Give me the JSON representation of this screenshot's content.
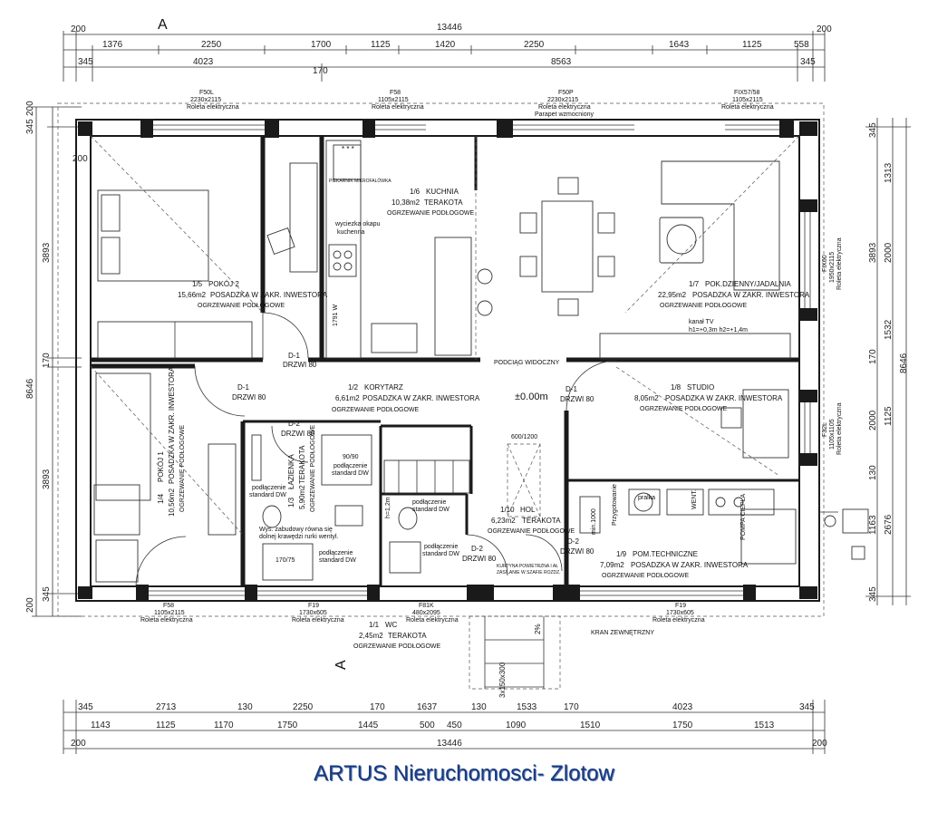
{
  "dims_top": {
    "overall": "13446",
    "left_edge": "200",
    "right_edge": "200",
    "row1": [
      "1376",
      "2250",
      "1700",
      "1125",
      "1420",
      "2250",
      "1643",
      "1125",
      "558"
    ],
    "row2": [
      "345",
      "4023",
      "8563",
      "345"
    ],
    "row3_mid": "170"
  },
  "dims_bottom": {
    "row1": [
      "345",
      "2713",
      "130",
      "2250",
      "170",
      "1637",
      "130",
      "1533",
      "170",
      "4023",
      "345"
    ],
    "row2": [
      "1143",
      "1125",
      "1170",
      "1750",
      "1445",
      "500",
      "450",
      "1090",
      "1510",
      "1750",
      "1513"
    ],
    "overall": "13446",
    "left_edge": "200",
    "right_edge": "200"
  },
  "dims_left": [
    "200",
    "345",
    "200",
    "3893",
    "170",
    "8646",
    "3893",
    "345",
    "200"
  ],
  "dims_right": [
    "345",
    "1313",
    "3893",
    "2000",
    "1532",
    "170",
    "8646",
    "1125",
    "2000",
    "130",
    "2676",
    "1163",
    "345"
  ],
  "section_marks": [
    "A",
    "A"
  ],
  "windows": [
    {
      "code": "F50L",
      "size": "2230x2115",
      "note": "Roleta elektryczna"
    },
    {
      "code": "F58",
      "size": "1105x2115",
      "note": "Roleta elektryczna"
    },
    {
      "code": "F50P",
      "size": "2230x2115",
      "note": "Roleta elektryczna",
      "note2": "Parapet wzmocniony"
    },
    {
      "code": "FIX57/58",
      "size": "1105x2115",
      "note": "Roleta elektryczna"
    },
    {
      "code": "F58",
      "size": "1105x2115",
      "note": "Roleta elektryczna"
    },
    {
      "code": "F19",
      "size": "1730x605",
      "note": "Roleta elektryczna"
    },
    {
      "code": "F81K",
      "size": "480x2095",
      "note": "Roleta elektryczna"
    },
    {
      "code": "F19",
      "size": "1730x605",
      "note": "Roleta elektryczna"
    },
    {
      "code": "FIX60",
      "size": "1950x2115",
      "note": "Roleta elektryczna"
    },
    {
      "code": "F32L",
      "size": "1105x1105",
      "note": "Roleta elektryczna"
    }
  ],
  "rooms": [
    {
      "id": "1/5",
      "name": "POKÓJ 2",
      "area": "15,66m2",
      "floor": "POSADZKA W ZAKR. INWESTORA",
      "heat": "OGRZEWANIE PODŁOGOWE"
    },
    {
      "id": "1/6",
      "name": "KUCHNIA",
      "area": "10,38m2",
      "floor": "TERAKOTA",
      "heat": "OGRZEWANIE PODŁOGOWE"
    },
    {
      "id": "1/7",
      "name": "POK.DZIENNY/JADALNIA",
      "area": "22,95m2",
      "floor": "POSADZKA W ZAKR. INWESTORA",
      "heat": "OGRZEWANIE PODŁOGOWE"
    },
    {
      "id": "1/2",
      "name": "KORYTARZ",
      "area": "6,61m2",
      "floor": "POSADZKA W ZAKR. INWESTORA",
      "heat": "OGRZEWANIE PODŁOGOWE"
    },
    {
      "id": "1/8",
      "name": "STUDIO",
      "area": "8,05m2",
      "floor": "POSADZKA W ZAKR. INWESTORA",
      "heat": "OGRZEWANIE PODŁOGOWE"
    },
    {
      "id": "1/4",
      "name": "POKÓJ 1",
      "area": "10,56m2",
      "floor": "POSADZKA W ZAKR. INWESTORA",
      "heat": "OGRZEWANIE PODŁOGOWE"
    },
    {
      "id": "1/3",
      "name": "ŁAZIENKA",
      "area": "5,90m2",
      "floor": "TERAKOTA",
      "heat": "OGRZEWANIE PODŁOGOWE"
    },
    {
      "id": "1/10",
      "name": "HOL",
      "area": "6,23m2",
      "floor": "TERAKOTA",
      "heat": "OGRZEWANIE PODŁOGOWE"
    },
    {
      "id": "1/9",
      "name": "POM.TECHNICZNE",
      "area": "7,09m2",
      "floor": "POSADZKA W ZAKR. INWESTORA",
      "heat": "OGRZEWANIE PODŁOGOWE"
    },
    {
      "id": "1/1",
      "name": "WC",
      "area": "2,45m2",
      "floor": "TERAKOTA",
      "heat": "OGRZEWANIE PODŁOGOWE"
    }
  ],
  "doors": {
    "d1a": "D-1",
    "d1a_w": "DRZWI 80",
    "d1b": "D-1",
    "d1b_w": "DRZWI 80",
    "d1c": "D-1",
    "d1c_w": "DRZWI 80",
    "d2a": "D-2",
    "d2a_w": "DRZWI 80",
    "d2b": "D-2",
    "d2b_w": "DRZWI 80",
    "d2c": "D-2",
    "d2c_w": "DRZWI 80"
  },
  "notes": {
    "level": "±0.00m",
    "okap": "wyciezka okapu",
    "okap2": "kuchenna",
    "podciag": "PODCIĄG WIDOCZNY",
    "kanal": "kanał TV",
    "kanal_h": "h1=+0,3m h2=+1,4m",
    "kuchenka": "PIEKARNIK MIKROFALÓWKA",
    "hole": "600/1200",
    "wall_w": "1791 W",
    "stairs": "3x150x300",
    "slope": "2%",
    "kran": "KRAN ZEWNĘTRZNY",
    "shower": "90/90",
    "bath": "170/75",
    "podl1": "podłączenie",
    "podl2": "standard DW",
    "height_note": "h=1,2m",
    "min": "min.1000",
    "przygot": "Przygotowanie",
    "pralka": "pralka",
    "pompa": "POMPA CIEPŁA",
    "went": "WENT.",
    "wys_note": "Wys. zabudowy równa się",
    "wys_note2": "dolnej krawędzi rurki wentyl.",
    "kurtyna": "KURTYNA POWIETRZNA I AŁ",
    "kurtyna2": "ZASILANIE W SZAFIE ROZDZ."
  },
  "footer": "ARTUS Nieruchomosci- Zlotow"
}
